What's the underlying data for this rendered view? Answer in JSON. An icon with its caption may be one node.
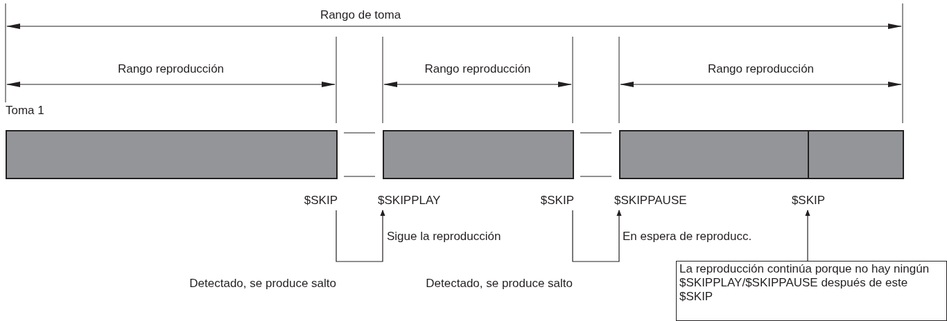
{
  "diagram": {
    "nodes": [
      {
        "text": [],
        "shape": "bar"
      },
      {
        "text": [],
        "shape": "bar"
      },
      {
        "text": [],
        "shape": "bar"
      },
      {
        "text": [],
        "shape": "bar"
      },
      {
        "text": [
          "$SKIP"
        ]
      },
      {
        "text": [
          "$SKIPPLAY"
        ]
      },
      {
        "text": [
          "$SKIP"
        ]
      },
      {
        "text": [
          "$SKIPPAUSE"
        ]
      },
      {
        "text": [
          "$SKIP"
        ]
      },
      {
        "text": [
          "La reproducción continúa porque no hay ningún $SKIPPLAY/$SKIPPAUSE después de este $SKIP"
        ]
      }
    ],
    "edges": [
      {
        "from": 4,
        "to": 5,
        "arrow": "to"
      },
      {
        "from": 6,
        "to": 7,
        "arrow": "to"
      },
      {
        "from": 9,
        "to": 8,
        "arrow": "to"
      }
    ],
    "labels": [
      "Rango de toma",
      "Rango reproducción",
      "Rango reproducción",
      "Rango reproducción",
      "Toma 1",
      "Sigue la reproducción",
      "En espera de reproducc.",
      "Detectado, se produce salto",
      "Detectado, se produce salto"
    ]
  }
}
